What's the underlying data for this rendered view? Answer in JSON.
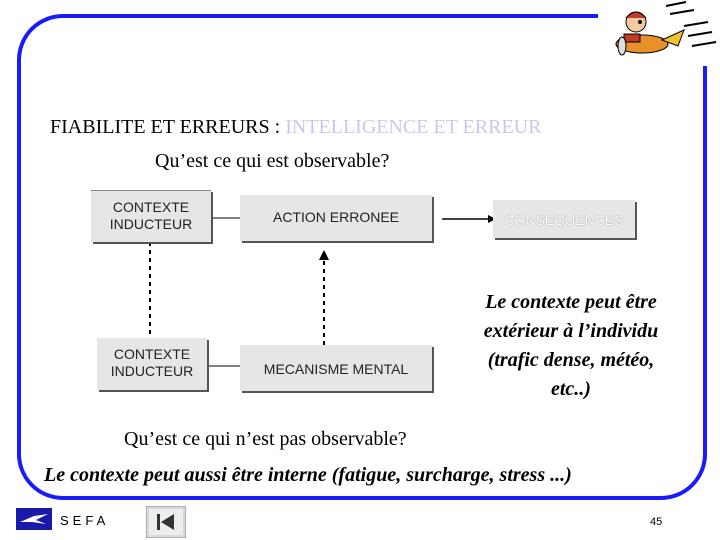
{
  "slide": {
    "title_main": "FIABILITE ET ERREURS : ",
    "title_accent": "INTELLIGENCE ET ERREUR",
    "question_observable": "Qu’est ce qui est observable?",
    "question_not_observable": "Qu’est ce qui n’est pas observable?",
    "internal_context": "Le contexte  peut aussi être interne (fatigue, surcharge, stress ...)",
    "note_lines": [
      "Le contexte peut être",
      "extérieur à l’individu",
      "(trafic dense, météo,",
      "etc..)"
    ]
  },
  "diagram": {
    "context_top": [
      "CONTEXTE",
      "INDUCTEUR"
    ],
    "action": "ACTION ERRONEE",
    "consequences": "CONSEQUENCES",
    "context_bottom": [
      "CONTEXTE",
      "INDUCTEUR"
    ],
    "mechanism": "MECANISME MENTAL"
  },
  "footer": {
    "brand": "SEFA",
    "page_number": "45",
    "nav_icon": "first-page-icon",
    "logo_icon": "sefa-logo-icon"
  },
  "colors": {
    "frame": "#1a1aff",
    "title_accent": "#c9c9f0",
    "box_fill": "#e6e6e6"
  }
}
